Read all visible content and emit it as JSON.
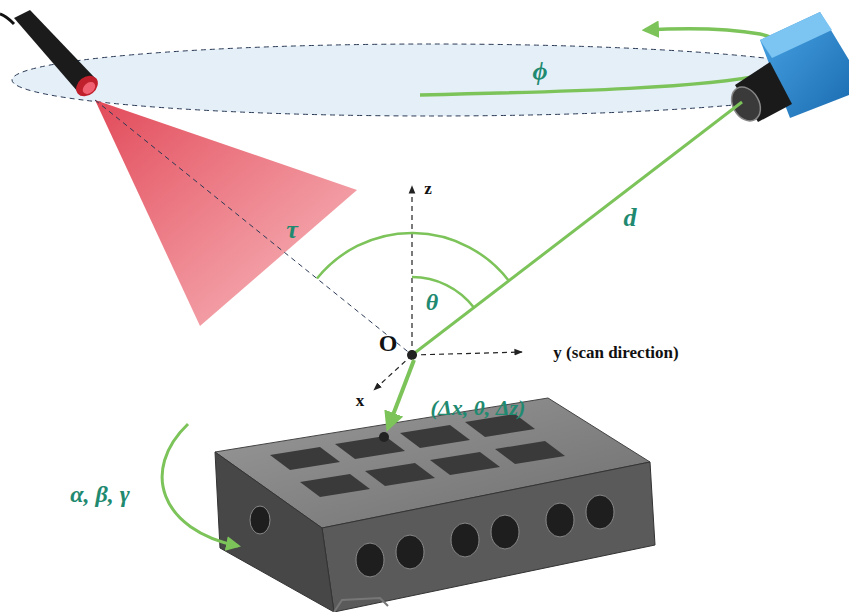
{
  "diagram": {
    "labels": [
      "ϕ",
      "d",
      "τ",
      "θ",
      "z",
      "O",
      "y (scan direction)",
      "x",
      "(Δx, 0, Δz)",
      "α, β, γ"
    ]
  }
}
